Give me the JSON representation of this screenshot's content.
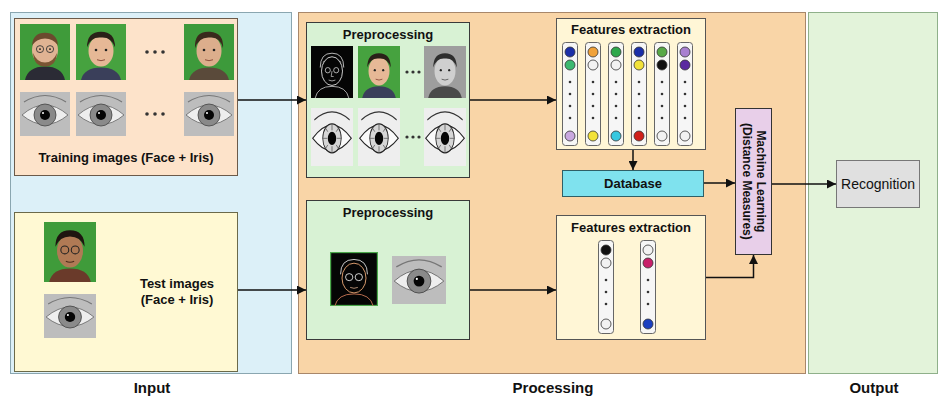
{
  "diagram": {
    "nodes": [
      {
        "text": [
          "Input"
        ]
      },
      {
        "text": [
          "Training images (Face + Iris)"
        ],
        "in": 0
      },
      {
        "text": [
          "Test images (Face + Iris)"
        ],
        "in": 0
      },
      {
        "text": [
          "Processing"
        ]
      },
      {
        "text": [
          "Preprocessing"
        ],
        "in": 3
      },
      {
        "text": [
          "Features extraction"
        ],
        "in": 3
      },
      {
        "text": [
          "Database"
        ],
        "in": 3
      },
      {
        "text": [
          "Machine Learning (Distance Measures)"
        ],
        "in": 3
      },
      {
        "text": [
          "Preprocessing"
        ],
        "in": 3
      },
      {
        "text": [
          "Features extraction"
        ],
        "in": 3
      },
      {
        "text": [
          "Output"
        ]
      },
      {
        "text": [
          "Recognition"
        ],
        "in": 10
      }
    ],
    "edges": [
      {
        "from": 1,
        "to": 4,
        "arrow": "to"
      },
      {
        "from": 2,
        "to": 8,
        "arrow": "to"
      },
      {
        "from": 4,
        "to": 5,
        "arrow": "to"
      },
      {
        "from": 8,
        "to": 9,
        "arrow": "to"
      },
      {
        "from": 5,
        "to": 6,
        "arrow": "to"
      },
      {
        "from": 6,
        "to": 7,
        "arrow": "to"
      },
      {
        "from": 9,
        "to": 7,
        "arrow": "to"
      },
      {
        "from": 7,
        "to": 11,
        "arrow": "to"
      }
    ]
  }
}
